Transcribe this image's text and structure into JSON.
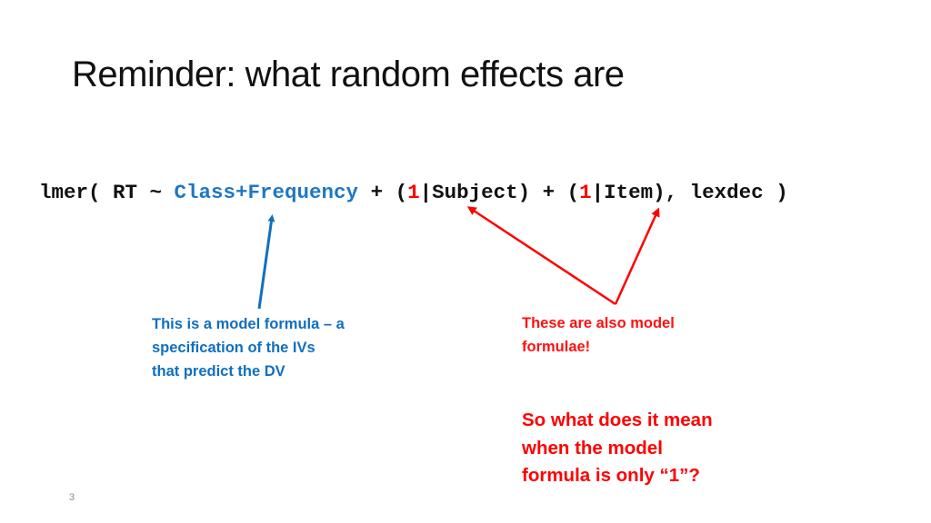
{
  "slide": {
    "title": "Reminder: what random effects are",
    "number": "3"
  },
  "formula": {
    "prefix": "lmer( RT ~ ",
    "fixed_effects": "Class+Frequency",
    "mid1": " + (",
    "intercept1": "1",
    "group1": "|Subject) + (",
    "intercept2": "1",
    "group2": "|Item), lexdec )"
  },
  "annotations": {
    "blue_note": {
      "lines": [
        "This is a model formula – a",
        "specification of the IVs",
        "that predict the DV"
      ],
      "color": "#0f6fc0"
    },
    "red_note": {
      "lines": [
        "These are also model",
        "formulae!"
      ],
      "color": "#ff1010"
    },
    "question": {
      "lines": [
        "So what does it mean",
        "when the model",
        "formula is only “1”?"
      ],
      "color": "#ff0000"
    }
  },
  "colors": {
    "fixed_effects": "#1f77c4",
    "random_intercept": "#ff0000",
    "blue_arrow": "#1070c0",
    "red_arrow": "#ff0000"
  }
}
